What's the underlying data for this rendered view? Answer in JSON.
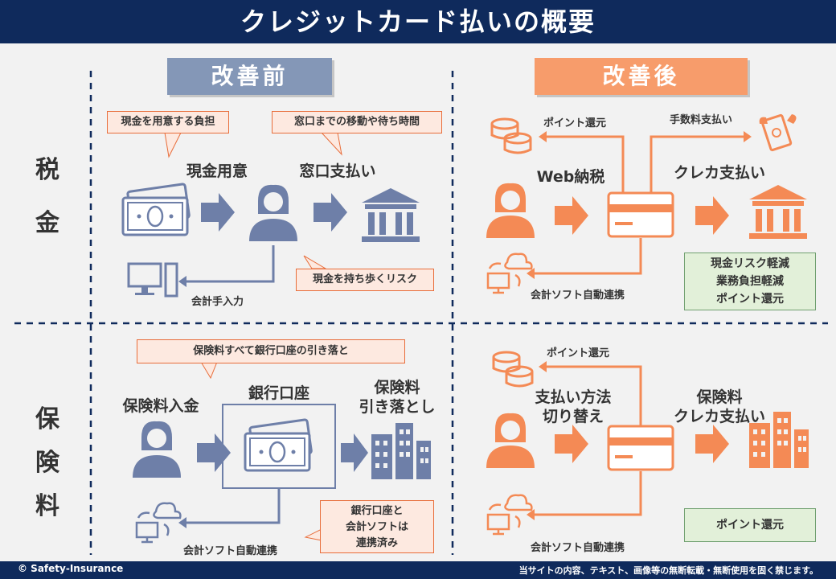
{
  "title": "クレジットカード払いの概要",
  "footer": {
    "copyright": "© Safety-Insurance",
    "notice": "当サイトの内容、テキスト、画像等の無断転載・無断使用を固く禁じます。"
  },
  "headers": {
    "before": "改善前",
    "after": "改善後"
  },
  "rows": {
    "tax": [
      "税",
      "金"
    ],
    "insurance": [
      "保",
      "険",
      "料"
    ]
  },
  "tax_before": {
    "callout_cash": "現金を用意する負担",
    "callout_window": "窓口までの移動や待ち時間",
    "label_cash": "現金用意",
    "label_window": "窓口支払い",
    "callout_risk": "現金を持ち歩くリスク",
    "label_manual": "会計手入力"
  },
  "tax_after": {
    "point_return": "ポイント還元",
    "fee_payment": "手数料支払い",
    "label_web": "Web納税",
    "label_card": "クレカ支払い",
    "label_software": "会計ソフト自動連携",
    "benefits": [
      "現金リスク軽減",
      "業務負担軽減",
      "ポイント還元"
    ]
  },
  "ins_before": {
    "callout_auto": "保険料すべて銀行口座の引き落と",
    "label_deposit": "保険料入金",
    "label_bank": "銀行口座",
    "label_debit": [
      "保険料",
      "引き落とし"
    ],
    "label_software": "会計ソフト自動連携",
    "callout_linked": [
      "銀行口座と",
      "会計ソフトは",
      "連携済み"
    ]
  },
  "ins_after": {
    "point_return": "ポイント還元",
    "label_switch": [
      "支払い方法",
      "切り替え"
    ],
    "label_card": [
      "保険料",
      "クレカ支払い"
    ],
    "label_software": "会計ソフト自動連携",
    "benefit": "ポイント還元"
  },
  "colors": {
    "navy": "#0f2a5c",
    "blue_gray": "#6e7fa8",
    "orange": "#f79c6b",
    "orange_icon": "#f48a55"
  }
}
